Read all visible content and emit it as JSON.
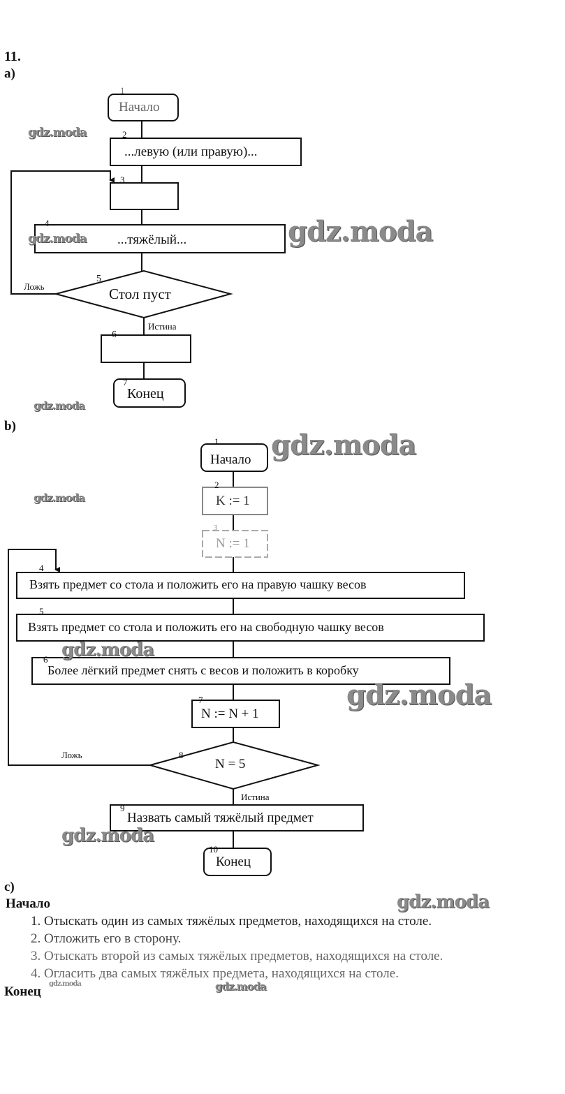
{
  "problem_number": "11.",
  "parts": {
    "a": {
      "label": "a)",
      "blocks": [
        {
          "id": 1,
          "type": "terminal",
          "text": "Начало"
        },
        {
          "id": 2,
          "type": "process",
          "text": "...левую (или правую)..."
        },
        {
          "id": 3,
          "type": "process",
          "text": ""
        },
        {
          "id": 4,
          "type": "process",
          "text": "...тяжёлый..."
        },
        {
          "id": 5,
          "type": "decision",
          "text": "Стол пуст"
        },
        {
          "id": 6,
          "type": "process",
          "text": ""
        },
        {
          "id": 7,
          "type": "terminal",
          "text": "Конец"
        }
      ],
      "false_label": "Ложь",
      "true_label": "Истина"
    },
    "b": {
      "label": "b)",
      "blocks": [
        {
          "id": 1,
          "type": "terminal",
          "text": "Начало"
        },
        {
          "id": 2,
          "type": "process",
          "text": "K := 1"
        },
        {
          "id": 3,
          "type": "process",
          "text": "N := 1"
        },
        {
          "id": 4,
          "type": "process",
          "text": "Взять предмет со стола и положить его на правую чашку весов"
        },
        {
          "id": 5,
          "type": "process",
          "text": "Взять предмет со стола и положить его на свободную чашку весов"
        },
        {
          "id": 6,
          "type": "process",
          "text": "Более лёгкий предмет снять с весов и положить в коробку"
        },
        {
          "id": 7,
          "type": "process",
          "text": "N := N + 1"
        },
        {
          "id": 8,
          "type": "decision",
          "text": "N = 5"
        },
        {
          "id": 9,
          "type": "process",
          "text": "Назвать самый тяжёлый предмет"
        },
        {
          "id": 10,
          "type": "terminal",
          "text": "Конец"
        }
      ],
      "false_label": "Ложь",
      "true_label": "Истина"
    },
    "c": {
      "label": "c)",
      "start": "Начало",
      "steps": [
        "1. Отыскать один из самых тяжёлых предметов, находящихся на столе.",
        "2. Отложить его в сторону.",
        "3. Отыскать второй из самых тяжёлых предметов, находящихся на столе.",
        "4. Огласить два самых тяжёлых предмета, находящихся на столе."
      ],
      "end": "Конец"
    }
  },
  "watermark": "gdz.moda"
}
